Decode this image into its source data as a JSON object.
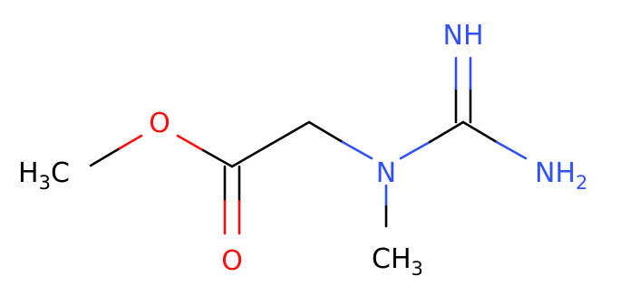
{
  "colors": {
    "bond": "#000000",
    "oxygen": "#ff0d0d",
    "nitrogen": "#3050f8",
    "carbon": "#000000",
    "background": "#ffffff"
  },
  "atoms": {
    "methyl_ester": {
      "main": "H",
      "sub": "3",
      "tail": "C"
    },
    "ester_oxygen": {
      "main": "O"
    },
    "carbonyl_oxygen": {
      "main": "O"
    },
    "amine_nitrogen": {
      "main": "N"
    },
    "imine": {
      "main": "NH"
    },
    "amino": {
      "main": "NH",
      "sub": "2"
    },
    "n_methyl": {
      "main": "CH",
      "sub": "3"
    }
  }
}
